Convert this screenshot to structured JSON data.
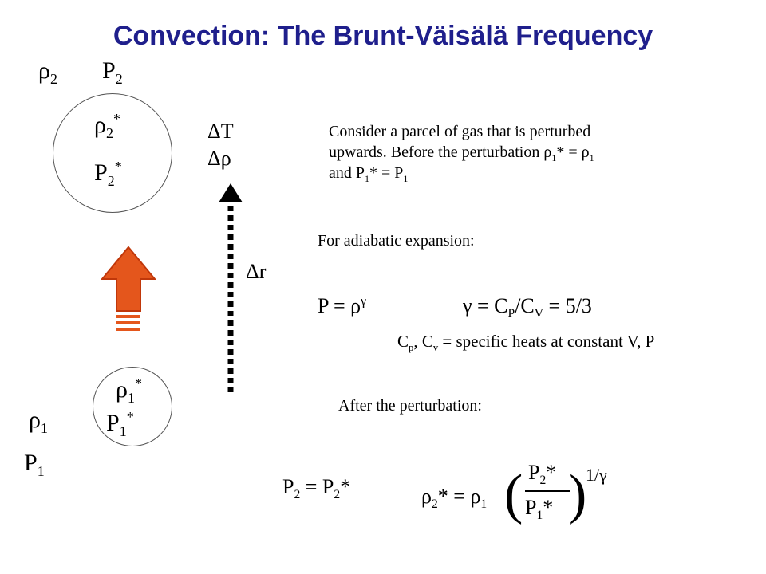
{
  "title": "Convection: The Brunt-Väisälä Frequency",
  "labels": {
    "rho": "ρ",
    "P": "P",
    "one": "1",
    "two": "2",
    "star": "*",
    "delta_T": "ΔT",
    "delta_rho": "Δρ",
    "delta_r": "Δr",
    "gamma_sym": "γ"
  },
  "text": {
    "consider_line1": "Consider a parcel of gas that is perturbed",
    "consider_line2_a": "upwards. Before the perturbation ρ",
    "consider_line2_b": "* = ρ",
    "consider_line3_a": "and P",
    "consider_line3_b": "* = P",
    "adiabatic": "For adiabatic expansion:",
    "eq_p_a": "P = ρ",
    "eq_gamma_a": "γ = C",
    "eq_gamma_sub1": "P",
    "eq_gamma_b": "/C",
    "eq_gamma_sub2": "V",
    "eq_gamma_c": " = 5/3",
    "cp_a": "C",
    "cp_sub1": "p",
    "cp_b": ", C",
    "cp_sub2": "v",
    "cp_c": " = specific heats at constant V, P",
    "after": "After the perturbation:",
    "eq_p2_a": "P",
    "eq_p2_b": " = P",
    "eq_p2_c": "*",
    "eq_rho_a": "ρ",
    "eq_rho_b": "* = ρ",
    "frac_num_a": "P",
    "frac_num_b": "*",
    "frac_den_a": "P",
    "frac_den_b": "*",
    "paren_open": "(",
    "paren_close": ")",
    "exponent": "1/γ"
  },
  "colors": {
    "title": "#1f1f8c",
    "arrow": "#e4561c",
    "arrow_dark": "#c0370a"
  },
  "icons": {
    "up_arrow": "block-up-arrow-icon",
    "dashed_arrow": "dashed-up-arrow-icon"
  }
}
